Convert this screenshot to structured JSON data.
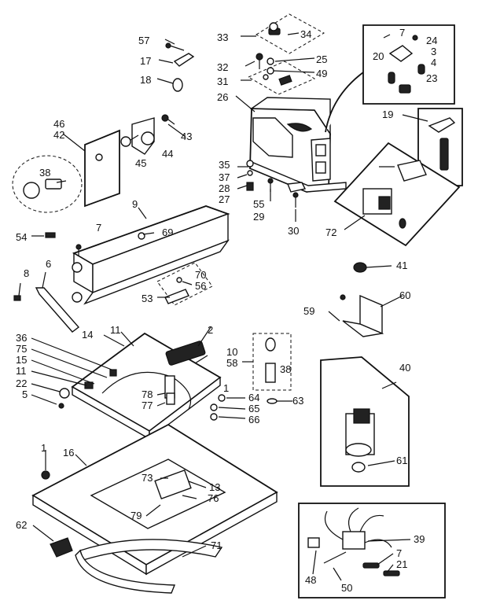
{
  "diagram": {
    "labels": [
      {
        "id": "l57",
        "text": "57"
      },
      {
        "id": "l17",
        "text": "17"
      },
      {
        "id": "l18",
        "text": "18"
      },
      {
        "id": "l33",
        "text": "33"
      },
      {
        "id": "l34",
        "text": "34"
      },
      {
        "id": "l25",
        "text": "25"
      },
      {
        "id": "l32",
        "text": "32"
      },
      {
        "id": "l49",
        "text": "49"
      },
      {
        "id": "l31",
        "text": "31"
      },
      {
        "id": "l26",
        "text": "26"
      },
      {
        "id": "l7a",
        "text": "7"
      },
      {
        "id": "l24",
        "text": "24"
      },
      {
        "id": "l20",
        "text": "20"
      },
      {
        "id": "l3",
        "text": "3"
      },
      {
        "id": "l4",
        "text": "4"
      },
      {
        "id": "l23",
        "text": "23"
      },
      {
        "id": "l19",
        "text": "19"
      },
      {
        "id": "l46",
        "text": "46"
      },
      {
        "id": "l42",
        "text": "42"
      },
      {
        "id": "l43",
        "text": "43"
      },
      {
        "id": "l44",
        "text": "44"
      },
      {
        "id": "l45",
        "text": "45"
      },
      {
        "id": "l38a",
        "text": "38"
      },
      {
        "id": "l35",
        "text": "35"
      },
      {
        "id": "l37",
        "text": "37"
      },
      {
        "id": "l28",
        "text": "28"
      },
      {
        "id": "l27",
        "text": "27"
      },
      {
        "id": "l55",
        "text": "55"
      },
      {
        "id": "l29",
        "text": "29"
      },
      {
        "id": "l30",
        "text": "30"
      },
      {
        "id": "l72",
        "text": "72"
      },
      {
        "id": "l9",
        "text": "9"
      },
      {
        "id": "l7b",
        "text": "7"
      },
      {
        "id": "l69",
        "text": "69"
      },
      {
        "id": "l54",
        "text": "54"
      },
      {
        "id": "l41",
        "text": "41"
      },
      {
        "id": "l8",
        "text": "8"
      },
      {
        "id": "l6",
        "text": "6"
      },
      {
        "id": "l70",
        "text": "70"
      },
      {
        "id": "l56",
        "text": "56"
      },
      {
        "id": "l53",
        "text": "53"
      },
      {
        "id": "l59",
        "text": "59"
      },
      {
        "id": "l60",
        "text": "60"
      },
      {
        "id": "l36",
        "text": "36"
      },
      {
        "id": "l75",
        "text": "75"
      },
      {
        "id": "l15",
        "text": "15"
      },
      {
        "id": "l11a",
        "text": "11"
      },
      {
        "id": "l22",
        "text": "22"
      },
      {
        "id": "l5",
        "text": "5"
      },
      {
        "id": "l14",
        "text": "14"
      },
      {
        "id": "l11b",
        "text": "11"
      },
      {
        "id": "l2",
        "text": "2"
      },
      {
        "id": "l10",
        "text": "10"
      },
      {
        "id": "l58",
        "text": "58"
      },
      {
        "id": "l38b",
        "text": "38"
      },
      {
        "id": "l40",
        "text": "40"
      },
      {
        "id": "l78",
        "text": "78"
      },
      {
        "id": "l77",
        "text": "77"
      },
      {
        "id": "l1a",
        "text": "1"
      },
      {
        "id": "l64",
        "text": "64"
      },
      {
        "id": "l65",
        "text": "65"
      },
      {
        "id": "l66",
        "text": "66"
      },
      {
        "id": "l63",
        "text": "63"
      },
      {
        "id": "l1b",
        "text": "1"
      },
      {
        "id": "l16",
        "text": "16"
      },
      {
        "id": "l73",
        "text": "73"
      },
      {
        "id": "l13",
        "text": "13"
      },
      {
        "id": "l76",
        "text": "76"
      },
      {
        "id": "l79",
        "text": "79"
      },
      {
        "id": "l61",
        "text": "61"
      },
      {
        "id": "l62",
        "text": "62"
      },
      {
        "id": "l71",
        "text": "71"
      },
      {
        "id": "l39",
        "text": "39"
      },
      {
        "id": "l7c",
        "text": "7"
      },
      {
        "id": "l21",
        "text": "21"
      },
      {
        "id": "l48",
        "text": "48"
      },
      {
        "id": "l50",
        "text": "50"
      }
    ]
  }
}
